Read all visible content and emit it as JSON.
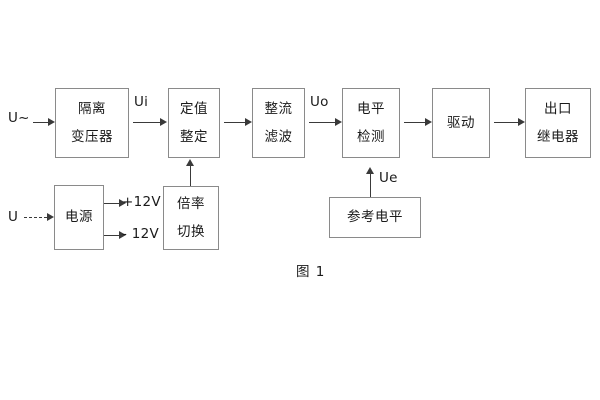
{
  "figure": {
    "caption": "图 1",
    "background_color": "#ffffff",
    "box_border_color": "#8a8a8a",
    "line_color": "#3a3a3a",
    "text_color": "#1a1a1a"
  },
  "blocks": {
    "isolation_transformer": {
      "line1": "隔离",
      "line2": "变压器"
    },
    "setting_value": {
      "line1": "定值",
      "line2": "整定"
    },
    "rectify_filter": {
      "line1": "整流",
      "line2": "滤波"
    },
    "level_detect": {
      "line1": "电平",
      "line2": "检测"
    },
    "drive": {
      "line1": "驱动"
    },
    "output_relay": {
      "line1": "出口",
      "line2": "继电器"
    },
    "power_supply": {
      "line1": "电源"
    },
    "multiplier_switch": {
      "line1": "倍率",
      "line2": "切换"
    },
    "reference_level": {
      "line1": "参考电平"
    }
  },
  "signals": {
    "input_ac": "U~",
    "input_dc": "U",
    "ui": "Ui",
    "uo": "Uo",
    "ue": "Ue",
    "rail_pos": "+12V",
    "rail_neg": "- 12V"
  }
}
